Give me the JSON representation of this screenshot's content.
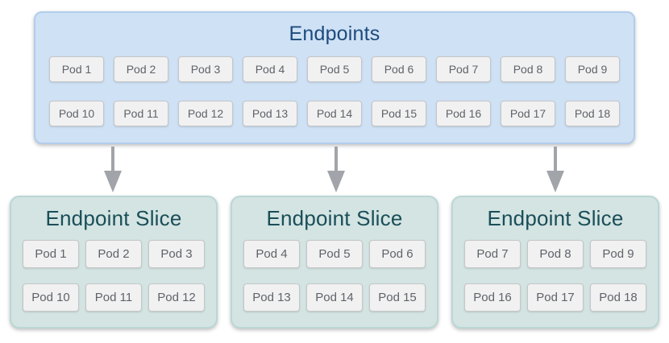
{
  "endpoints_box": {
    "title": "Endpoints",
    "rows": [
      [
        "Pod 1",
        "Pod 2",
        "Pod 3",
        "Pod 4",
        "Pod 5",
        "Pod 6",
        "Pod 7",
        "Pod 8",
        "Pod 9"
      ],
      [
        "Pod 10",
        "Pod 11",
        "Pod 12",
        "Pod 13",
        "Pod 14",
        "Pod 15",
        "Pod 16",
        "Pod 17",
        "Pod 18"
      ]
    ]
  },
  "slices": [
    {
      "title": "Endpoint Slice",
      "rows": [
        [
          "Pod 1",
          "Pod 2",
          "Pod 3"
        ],
        [
          "Pod 10",
          "Pod 11",
          "Pod 12"
        ]
      ]
    },
    {
      "title": "Endpoint Slice",
      "rows": [
        [
          "Pod 4",
          "Pod 5",
          "Pod 6"
        ],
        [
          "Pod 13",
          "Pod 14",
          "Pod 15"
        ]
      ]
    },
    {
      "title": "Endpoint Slice",
      "rows": [
        [
          "Pod 7",
          "Pod 8",
          "Pod 9"
        ],
        [
          "Pod 16",
          "Pod 17",
          "Pod 18"
        ]
      ]
    }
  ],
  "icons": {
    "down_arrow": "down-arrow"
  },
  "colors": {
    "endpoints_box_fill": "#cfe1f5",
    "endpoints_box_border": "#b2cdea",
    "endpoints_title_text": "#1c4b7c",
    "slice_box_fill": "#d3e4e3",
    "slice_box_border": "#bad7d5",
    "slice_title_text": "#1a4e57",
    "pod_chip_fill": "#f1f1f2",
    "pod_chip_border": "#c5c6c7",
    "pod_chip_text": "#5f6368",
    "arrow": "#a1a4a8"
  }
}
